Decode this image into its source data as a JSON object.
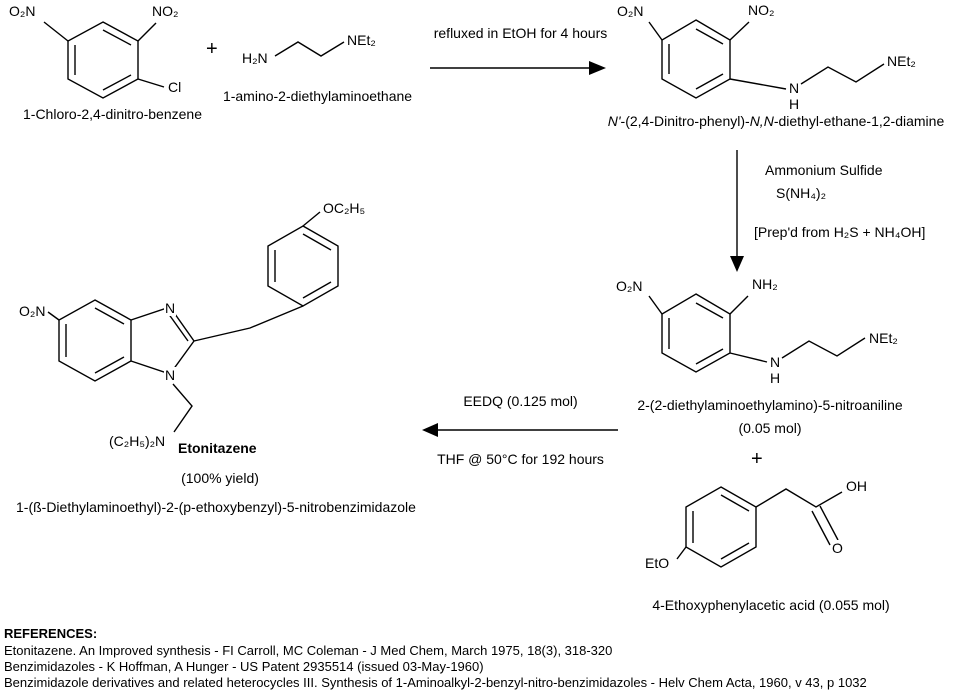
{
  "colors": {
    "ink": "#000000",
    "background": "#ffffff"
  },
  "step1": {
    "reactant1": {
      "label": "1-Chloro-2,4-dinitro-benzene",
      "atom_nitro_left": "O₂N",
      "atom_nitro_right": "NO₂",
      "atom_chloro": "Cl"
    },
    "plus": "+",
    "reactant2": {
      "label": "1-amino-2-diethylaminoethane",
      "atom_amine": "H₂N",
      "atom_diethylamino": "NEt₂"
    },
    "arrow_condition": "refluxed in EtOH for 4 hours",
    "product": {
      "label_italic_1": "N'",
      "label_part_2": "-(2,4-Dinitro-phenyl)-",
      "label_italic_3": "N,N",
      "label_part_4": "-diethyl-ethane-1,2-diamine",
      "atom_nitro_left": "O₂N",
      "atom_nitro_right": "NO₂",
      "atom_n": "N",
      "atom_h": "H",
      "atom_diethylamino": "NEt₂"
    }
  },
  "step2": {
    "condition_line1": "Ammonium Sulfide",
    "condition_line2": "S(NH₄)₂",
    "condition_line3": "[Prep'd from H₂S + NH₄OH]",
    "product": {
      "label": "2-(2-diethylaminoethylamino)-5-nitroaniline",
      "amount": "(0.05 mol)",
      "atom_nitro": "O₂N",
      "atom_amine": "NH₂",
      "atom_n": "N",
      "atom_h": "H",
      "atom_diethylamino": "NEt₂"
    }
  },
  "step3": {
    "plus": "+",
    "reactant": {
      "label": "4-Ethoxyphenylacetic acid (0.055 mol)",
      "atom_hydroxyl": "OH",
      "atom_carbonyl_oxygen": "O",
      "atom_ethoxy": "EtO"
    },
    "arrow_condition_top": "EEDQ (0.125 mol)",
    "arrow_condition_bottom": "THF @ 50°C for 192 hours"
  },
  "final_product": {
    "title": "Etonitazene",
    "yield": "(100% yield)",
    "systematic_name": "1-(ß-Diethylaminoethyl)-2-(p-ethoxybenzyl)-5-nitrobenzimidazole",
    "atom_ethoxy": "OC₂H₅",
    "atom_nitro": "O₂N",
    "atom_n_top": "N",
    "atom_n_bottom": "N",
    "atom_diethylamino": "(C₂H₅)₂N"
  },
  "references": {
    "heading": "REFERENCES:",
    "items": [
      "Etonitazene. An Improved synthesis - FI Carroll, MC Coleman - J Med Chem, March 1975, 18(3), 318-320",
      "Benzimidazoles - K Hoffman, A Hunger - US Patent 2935514 (issued 03-May-1960)",
      "Benzimidazole derivatives and related heterocycles III. Synthesis of 1-Aminoalkyl-2-benzyl-nitro-benzimidazoles - Helv Chem Acta, 1960, v 43, p 1032"
    ]
  }
}
